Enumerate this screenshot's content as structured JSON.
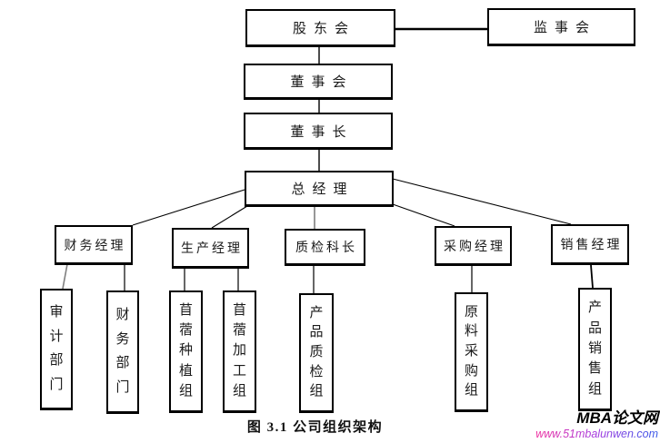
{
  "diagram": {
    "nodes": {
      "shareholders": "股东会",
      "supervisory": "监事会",
      "board": "董事会",
      "chairman": "董事长",
      "gm": "总经理",
      "finance_mgr": "财务经理",
      "production_mgr": "生产经理",
      "qc_chief": "质检科长",
      "purchasing_mgr": "采购经理",
      "sales_mgr": "销售经理",
      "audit_dept": "审计部门",
      "finance_dept": "财务部门",
      "planting_group": "苜蓿种植组",
      "processing_group": "苜蓿加工组",
      "qc_group": "产品质检组",
      "raw_material_group": "原料采购组",
      "sales_group": "产品销售组"
    },
    "edges": [
      {
        "from": "股东会",
        "to": "监事会"
      },
      {
        "from": "股东会",
        "to": "董事会"
      },
      {
        "from": "董事会",
        "to": "董事长"
      },
      {
        "from": "董事长",
        "to": "总经理"
      },
      {
        "from": "总经理",
        "to": "财务经理"
      },
      {
        "from": "总经理",
        "to": "生产经理"
      },
      {
        "from": "总经理",
        "to": "质检科长"
      },
      {
        "from": "总经理",
        "to": "采购经理"
      },
      {
        "from": "总经理",
        "to": "销售经理"
      },
      {
        "from": "财务经理",
        "to": "审计部门"
      },
      {
        "from": "财务经理",
        "to": "财务部门"
      },
      {
        "from": "生产经理",
        "to": "苜蓿种植组"
      },
      {
        "from": "生产经理",
        "to": "苜蓿加工组"
      },
      {
        "from": "质检科长",
        "to": "产品质检组"
      },
      {
        "from": "采购经理",
        "to": "原料采购组"
      },
      {
        "from": "销售经理",
        "to": "产品销售组"
      }
    ],
    "line_color": "#000000"
  },
  "caption": "图 3.1 公司组织架构",
  "watermark": {
    "brand": "MBA论文网",
    "url": "www.51mbalunwen.com",
    "url_gradient_start": "#ef2f9f",
    "url_gradient_end": "#3558e8"
  }
}
